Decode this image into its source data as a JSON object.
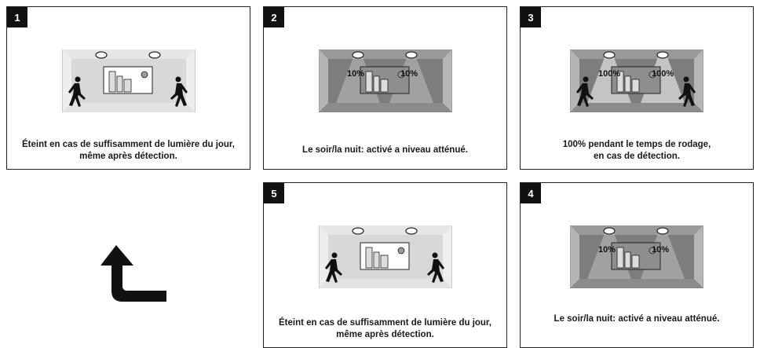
{
  "panels": [
    {
      "number": "1",
      "state": "daylight",
      "caption": "Éteint en cas de suffisamment de lumière du jour,\nmême après détection."
    },
    {
      "number": "2",
      "state": "dim",
      "caption": "Le soir/la nuit: activé a niveau atténué.",
      "labels": [
        "10%",
        "10%"
      ]
    },
    {
      "number": "3",
      "state": "full",
      "caption": "100% pendant le temps de rodage,\nen cas de détection.",
      "labels": [
        "100%",
        "100%"
      ]
    },
    {
      "number": "5",
      "state": "daylight",
      "caption": "Éteint en cas de suffisamment de lumière du jour,\nmême après détection."
    },
    {
      "number": "4",
      "state": "dim",
      "caption": "Le soir/la nuit: activé a niveau atténué.",
      "labels": [
        "10%",
        "10%"
      ]
    }
  ],
  "icons": {
    "cycle_arrow": "return-arrow-icon",
    "person": "walking-person-icon",
    "lamp": "ceiling-lamp-icon"
  },
  "colors": {
    "daylight_wall": "#d6d6d6",
    "dark_wall": "#7a7a7a",
    "border": "#222222"
  }
}
